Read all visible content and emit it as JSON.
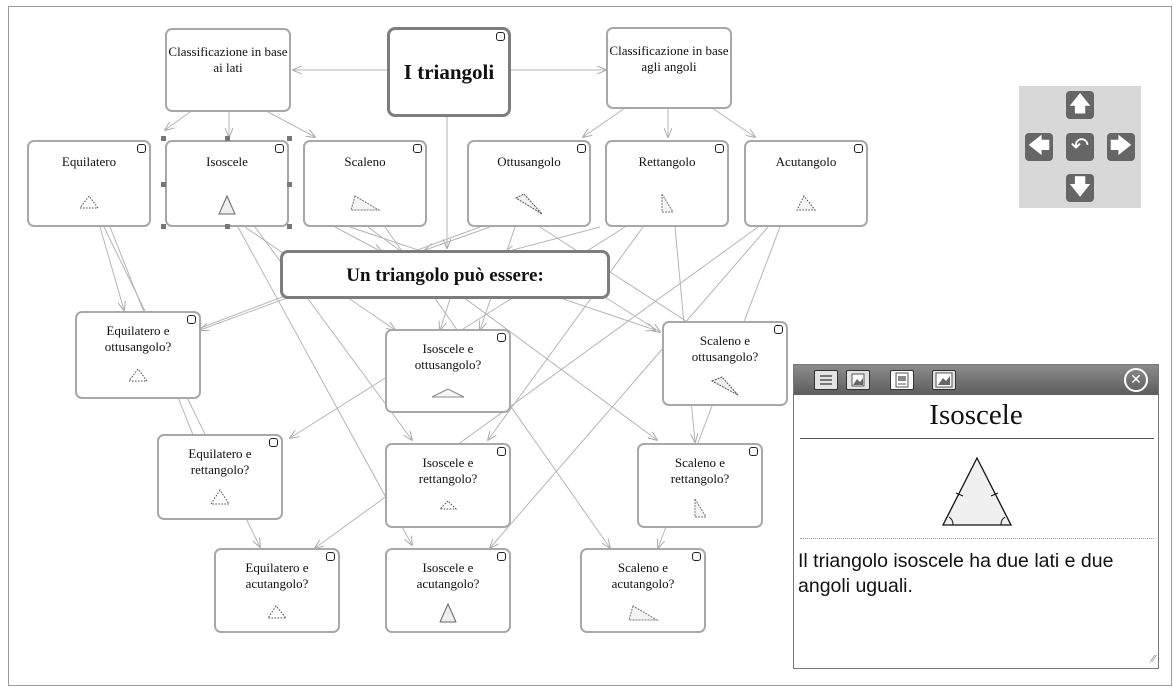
{
  "map": {
    "root": {
      "label": "I triangoli"
    },
    "hub": {
      "label": "Un triangolo può essere:"
    },
    "side_class": {
      "label": "Classificazione in base ai lati"
    },
    "angle_class": {
      "label": "Classificazione in base agli angoli"
    },
    "categories": [
      {
        "label": "Equilatero"
      },
      {
        "label": "Isoscele",
        "selected": true
      },
      {
        "label": "Scaleno"
      },
      {
        "label": "Ottusangolo"
      },
      {
        "label": "Rettangolo"
      },
      {
        "label": "Acutangolo"
      }
    ],
    "combinations": [
      {
        "label": "Equilatero e ottusangolo?"
      },
      {
        "label": "Isoscele e ottusangolo?"
      },
      {
        "label": "Scaleno e ottusangolo?"
      },
      {
        "label": "Equilatero e rettangolo?"
      },
      {
        "label": "Isoscele e rettangolo?"
      },
      {
        "label": "Scaleno e rettangolo?"
      },
      {
        "label": "Equilatero e acutangolo?"
      },
      {
        "label": "Isoscele e acutangolo?"
      },
      {
        "label": "Scaleno e acutangolo?"
      }
    ]
  },
  "nav": {
    "icons": [
      "arrow-up-icon",
      "arrow-left-icon",
      "undo-icon",
      "arrow-right-icon",
      "arrow-down-icon"
    ]
  },
  "panel": {
    "toolbar_icons": [
      "text-view-icon",
      "image-view-icon",
      "slide-view-icon",
      "fullscreen-image-icon"
    ],
    "title": "Isoscele",
    "body": "Il triangolo isoscele ha due lati e due angoli uguali.",
    "close_icon": "close-circle-icon"
  },
  "colors": {
    "edge": "#b5b5b5",
    "node_border": "#a8a8a8",
    "root_border": "#7d7d7d",
    "nav_bg": "#d8d8d8",
    "nav_button": "#666666"
  }
}
